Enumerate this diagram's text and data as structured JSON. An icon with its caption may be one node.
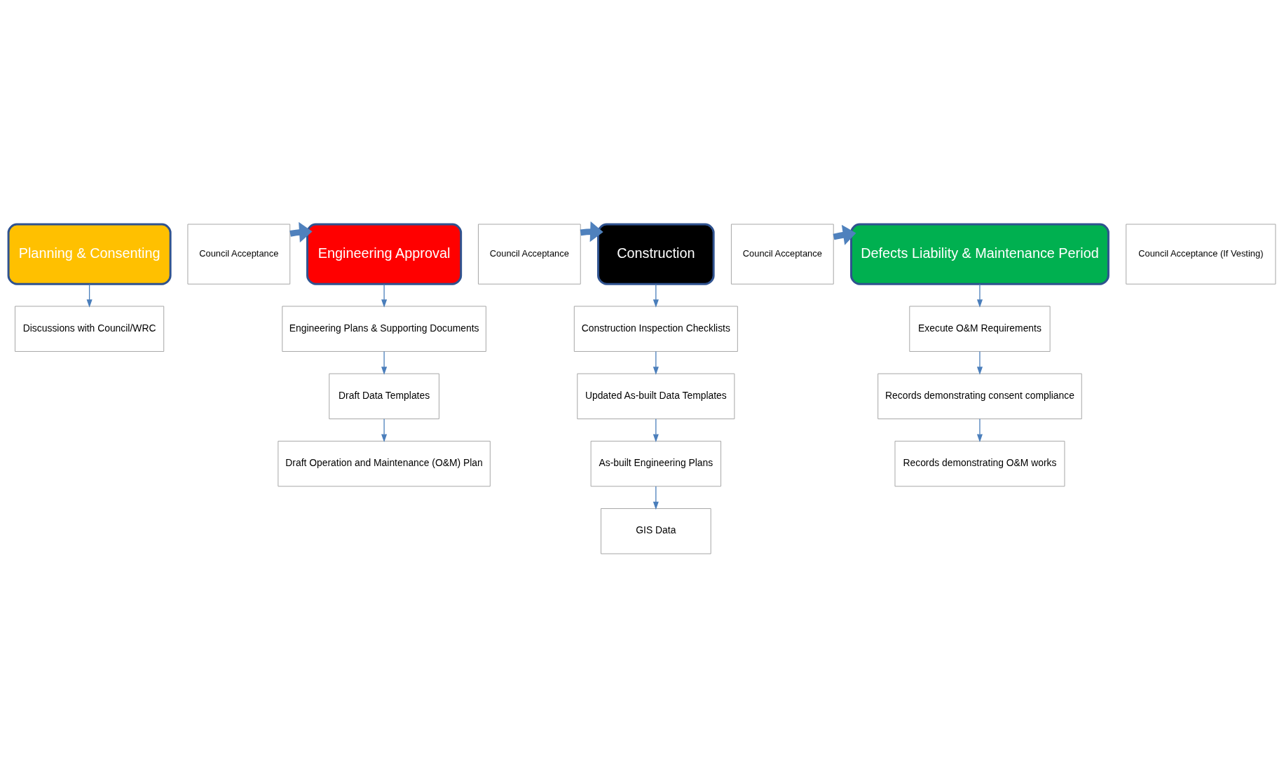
{
  "diagram": {
    "nodes": [
      {
        "text": [
          "Planning & Consenting"
        ]
      },
      {
        "text": [
          "Council Acceptance"
        ]
      },
      {
        "text": [
          "Engineering Approval"
        ]
      },
      {
        "text": [
          "Council Acceptance"
        ]
      },
      {
        "text": [
          "Construction"
        ]
      },
      {
        "text": [
          "Council Acceptance"
        ]
      },
      {
        "text": [
          "Defects Liability & Maintenance Period"
        ]
      },
      {
        "text": [
          "Council Acceptance (If Vesting)"
        ]
      },
      {
        "text": [
          "Discussions with Council/WRC"
        ]
      },
      {
        "text": [
          "Engineering Plans & Supporting Documents"
        ]
      },
      {
        "text": [
          "Draft Data Templates"
        ]
      },
      {
        "text": [
          "Draft Operation and Maintenance (O&M) Plan"
        ]
      },
      {
        "text": [
          "Construction Inspection Checklists"
        ]
      },
      {
        "text": [
          "Updated As-built Data Templates"
        ]
      },
      {
        "text": [
          "As-built Engineering Plans"
        ]
      },
      {
        "text": [
          "GIS Data"
        ]
      },
      {
        "text": [
          "Execute O&M Requirements"
        ]
      },
      {
        "text": [
          "Records demonstrating consent compliance"
        ]
      },
      {
        "text": [
          "Records demonstrating O&M works"
        ]
      }
    ],
    "edges": [
      {
        "from": 1,
        "to": 2,
        "arrow": "to",
        "style": "thick"
      },
      {
        "from": 3,
        "to": 4,
        "arrow": "to",
        "style": "thick"
      },
      {
        "from": 5,
        "to": 6,
        "arrow": "to",
        "style": "thick"
      },
      {
        "from": 0,
        "to": 8,
        "arrow": "to"
      },
      {
        "from": 2,
        "to": 9,
        "arrow": "to"
      },
      {
        "from": 9,
        "to": 10,
        "arrow": "to"
      },
      {
        "from": 10,
        "to": 11,
        "arrow": "to"
      },
      {
        "from": 4,
        "to": 12,
        "arrow": "to"
      },
      {
        "from": 12,
        "to": 13,
        "arrow": "to"
      },
      {
        "from": 13,
        "to": 14,
        "arrow": "to"
      },
      {
        "from": 14,
        "to": 15,
        "arrow": "to"
      },
      {
        "from": 6,
        "to": 16,
        "arrow": "to"
      },
      {
        "from": 16,
        "to": 17,
        "arrow": "to"
      },
      {
        "from": 17,
        "to": 18,
        "arrow": "to"
      }
    ]
  }
}
